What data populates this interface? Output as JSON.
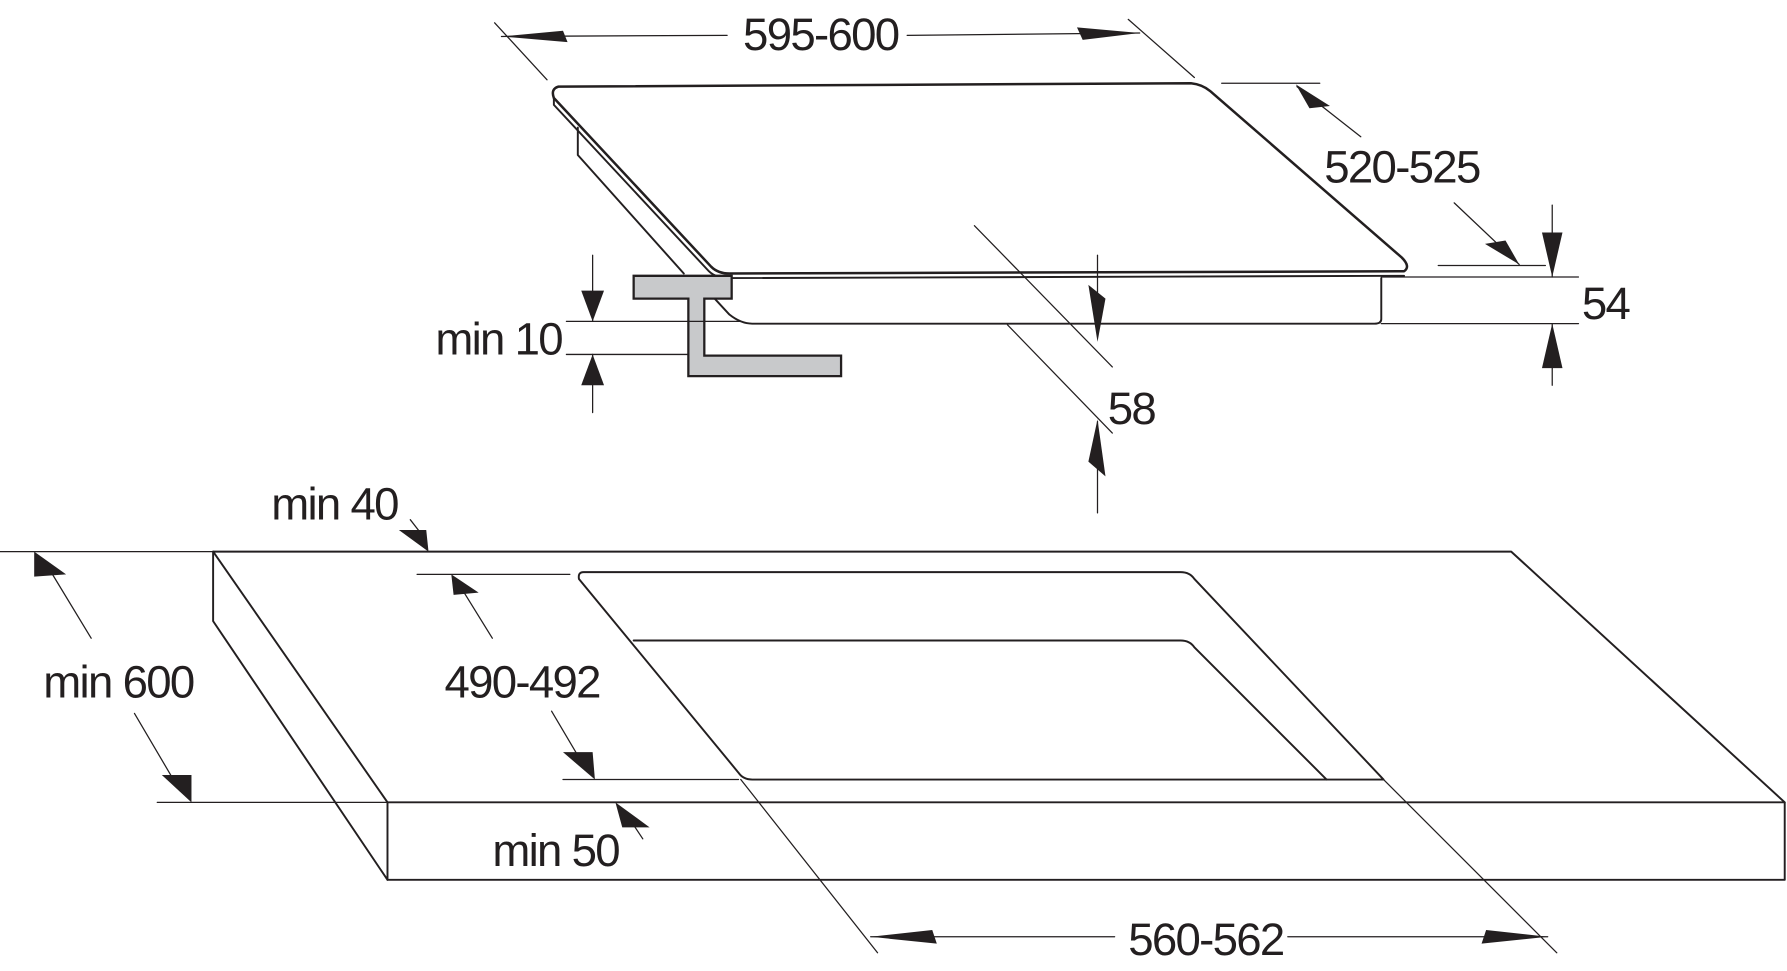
{
  "diagram": {
    "type": "installation-dimensions",
    "subject": "built-in hob and worktop cut-out",
    "colors": {
      "line": "#231f20",
      "bracket_fill": "#c8c9cb",
      "background": "#ffffff"
    },
    "hob": {
      "width": "595-600",
      "depth": "520-525",
      "height": "54",
      "body_height": "58",
      "clearance_below": "min 10"
    },
    "worktop": {
      "depth": "min 600",
      "rear_margin": "min 40",
      "front_margin": "min 50",
      "cutout_depth": "490-492",
      "cutout_width": "560-562"
    }
  }
}
